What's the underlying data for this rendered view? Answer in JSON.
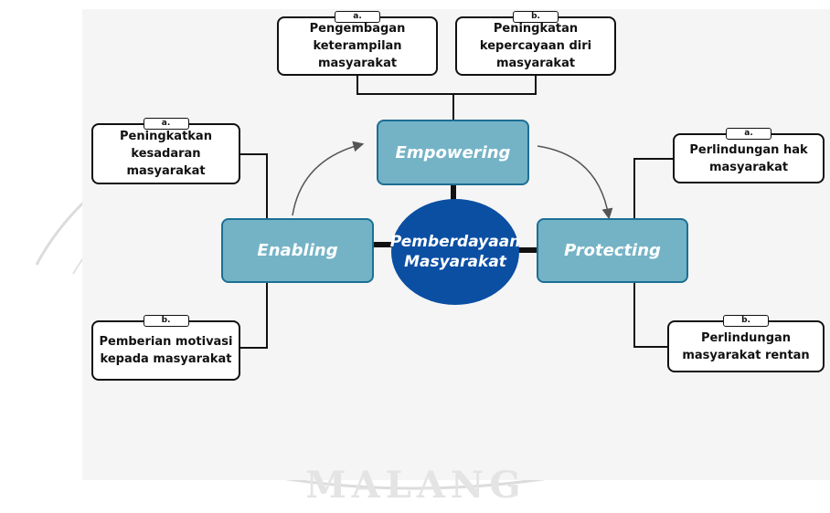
{
  "center": {
    "line1": "Pemberdayaan",
    "line2": "Masyarakat"
  },
  "nodes": {
    "empowering": "Empowering",
    "enabling": "Enabling",
    "protecting": "Protecting"
  },
  "leaves": {
    "empowering_a": {
      "tag": "a.",
      "text": "Pengembagan keterampilan masyarakat"
    },
    "empowering_b": {
      "tag": "b.",
      "text": "Peningkatan kepercayaan diri masyarakat"
    },
    "enabling_a": {
      "tag": "a.",
      "text": "Peningkatkan kesadaran masyarakat"
    },
    "enabling_b": {
      "tag": "b.",
      "text": "Pemberian motivasi kepada masyarakat"
    },
    "protecting_a": {
      "tag": "a.",
      "text": "Perlindungan hak masyarakat"
    },
    "protecting_b": {
      "tag": "b.",
      "text": "Perlindungan masyarakat rentan"
    }
  },
  "watermark": {
    "text": "MALANG"
  },
  "colors": {
    "node_fill": "#74b3c6",
    "node_border": "#1d6f95",
    "center_fill": "#0b4fa3",
    "line": "#111111",
    "arrow": "#555555"
  }
}
